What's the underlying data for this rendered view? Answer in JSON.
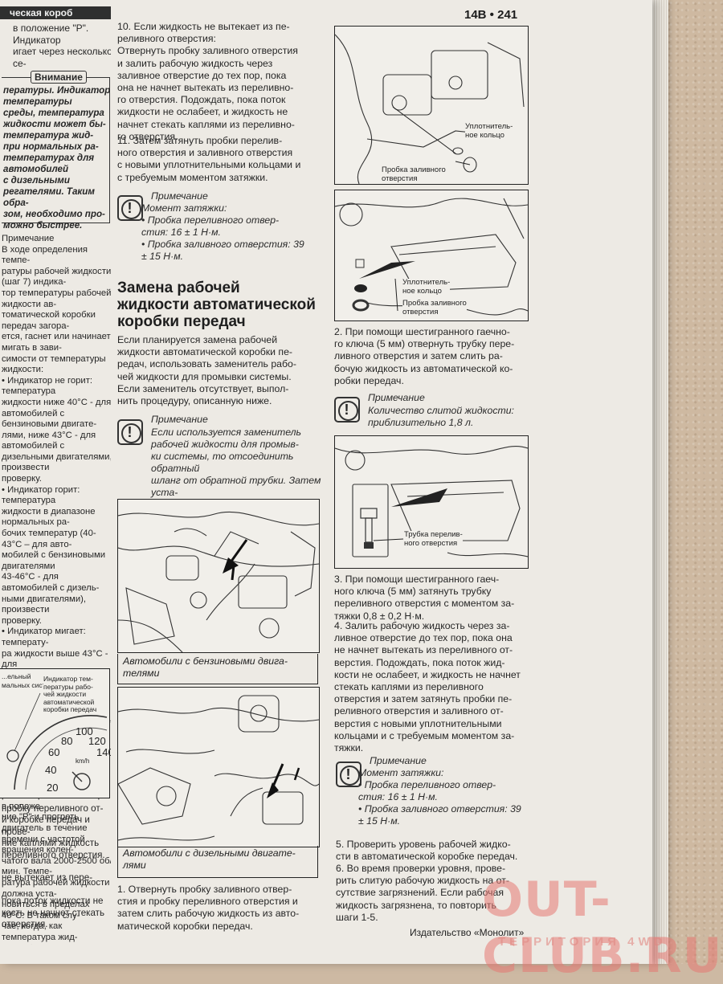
{
  "page": {
    "number": "14B • 241",
    "publisher": "Издательство «Монолит»"
  },
  "left_column": {
    "header": "ческая короб",
    "intro": "в положение \"P\". Индикатор\nигает через несколько се-",
    "warning_title": "Внимание",
    "warning_text": "пературы. Индикатор\nтемпературы\nсреды, температура\nжидкости может бы-\nтемпература жид-\nпри нормальных ра-\nтемпературах для\nавтомобилей\nс дизельными\nрегателями. Таким обра-\nзом, необходимо про-\nможно быстрее.",
    "note_text": "Примечание\nВ ходе определения темпе-\nратуры рабочей жидкости (шаг 7) индика-\nтор температуры рабочей жидкости ав-\nтоматической коробки передач загора-\nется, гаснет или начинает мигать в зави-\nсимости от температуры жидкости:\n• Индикатор не горит: температура\nжидкости ниже 40°C - для\nавтомобилей с бензиновыми двигате-\nлями, ниже 43°C - для автомобилей с\nдизельными двигателями, произвести\nпроверку.\n• Индикатор горит: температура\nжидкости в диапазоне нормальных ра-\nбочих температур (40-43°C – для авто-\nмобилей с бензиновыми двигателями\n43-46°C - для автомобилей с дизель-\nными двигателями), произвести\nпроверку.\n• Индикатор мигает: температу-\nра жидкости выше 43°C - для\nавтомобилей с бензиновыми двигате-\nлями, выше 46°C - для автомобилей с\nдизельными двигателями, произвести\nпроверку невозможно.\n• Когда температура наружно-\nго воздуха низкая (10°C или ниже), пе-\nревести рычаг селектора в положе-\nние \"P\" и прогреть двигатель в течение\nвремени с частотой вращения колен-\nчатого вала 2000-2500 об/мин. Темпе-\nратура рабочей жидкости должна уста-\nновиться в пределах 40°C. В таком слу-\nчае, когда, как температура жид-\nкости была, оставить двига-\nтель работать на холостом ходу в тече-\nние 5 минут, а затем проверить уро-\nвень жидкости.",
    "gauge_labels": [
      "...ельный\nмальных систем",
      "Индикатор тем-\nпературы рабо-\nчей жидкости\nавтоматической\nкоробки передач"
    ],
    "gauge_numbers": [
      "60",
      "80",
      "100",
      "120",
      "140",
      "40",
      "20"
    ],
    "gauge_unit": "km/h",
    "bottom_text": "пробку переливного от-\nй коробке передач и прове-\nние каплями жидкость\nпереливного отверстия.\n\nне вытекает из пере-\n\nпока поток жидкости не\nкость не начнет стекать\nотверстия."
  },
  "middle_column": {
    "step10": "10. Если жидкость не вытекает из пе-\nреливного отверстия:\n    Отвернуть пробку заливного отверстия\nи залить рабочую жидкость через\nзаливное отверстие до тех пор, пока\nона не начнет вытекать из переливно-\nго отверстия. Подождать, пока поток\nжидкости не ослабеет, и жидкость не\nначнет стекать каплями из переливно-\nго отверстия.",
    "step11": "11. Затем затянуть пробки перелив-\nного отверстия и заливного отверстия\nс новыми уплотнительными кольцами и\nс требуемым моментом затяжки.",
    "note1": {
      "title": "Примечание",
      "body": "Момент затяжки:\n  • Пробка   переливного   отвер-\nстия: 16 ± 1 Н·м.\n  • Пробка заливного отверстия: 39\n± 15 Н·м."
    },
    "heading": "Замена рабочей\nжидкости автоматической\nкоробки передач",
    "intro": "    Если планируется замена рабочей\nжидкости автоматической коробки пе-\nредач, использовать заменитель рабо-\nчей жидкости для промывки системы.\nЕсли заменитель отсутствует, выпол-\nнить процедуру, описанную ниже.",
    "note2": {
      "title": "Примечание",
      "body": "Если используется заменитель\nрабочей жидкости для промыв-\nки системы, то отсоединить обратный\nшланг от обратной трубки. Затем уста-\nновить между ними заменитель рабо-\nчей жидкости."
    },
    "caption_petrol": "Автомобили с бензиновыми двига-\nтелями",
    "caption_diesel": "Автомобили с дизельными двигате-\nлями",
    "step1": "1.  Отвернуть пробку заливного отвер-\nстия и пробку переливного отверстия и\nзатем слить рабочую жидкость из авто-\nматической коробки передач."
  },
  "right_column": {
    "fig1_callouts": [
      "Уплотнитель-\nное кольцо",
      "Пробка заливного\nотверстия"
    ],
    "fig2_callouts": [
      "Уплотнитель-\nное кольцо",
      "Пробка заливного\nотверстия"
    ],
    "step2": "2.  При помощи шестигранного гаечно-\nго ключа (5 мм) отвернуть трубку пере-\nливного отверстия и затем слить ра-\nбочую жидкость из автоматической ко-\nробки передач.",
    "note3": {
      "title": "Примечание",
      "body": "Количество слитой жидкости:\nприблизительно 1,8 л."
    },
    "fig3_callout": "Трубка перелив-\nного отверстия",
    "step3": "3.  При помощи шестигранного гаеч-\nного ключа (5 мм) затянуть трубку\nпереливного отверстия с моментом за-\nтяжки 0,8 ± 0,2 Н·м.",
    "step4": "4.  Залить рабочую жидкость через за-\nливное отверстие до тех пор, пока она\nне начнет вытекать из переливного от-\nверстия. Подождать, пока поток жид-\nкости не ослабеет, и жидкость не начнет\nстекать каплями из переливного\nотверстия и затем затянуть пробки пе-\nреливного отверстия и заливного от-\nверстия с новыми уплотнительными\nкольцами и с требуемым моментом за-\nтяжки.",
    "note4": {
      "title": "Примечание",
      "body": "Момент затяжки:\n  • Пробка   переливного   отвер-\nстия: 16 ± 1 Н·м.\n  • Пробка заливного отверстия: 39\n± 15 Н·м."
    },
    "step5": "5.  Проверить уровень рабочей жидко-\nсти в автоматической коробке передач.",
    "step6": "6.  Во время проверки уровня, прове-\nрить слитую рабочую жидкость на от-\nсутствие загрязнений. Если рабочая\nжидкость загрязнена, то повторить\nшаги 1-5."
  },
  "watermark": {
    "main": "OUT-CLUB.RU",
    "sub": "ТЕРРИТОРИЯ 4WD"
  }
}
